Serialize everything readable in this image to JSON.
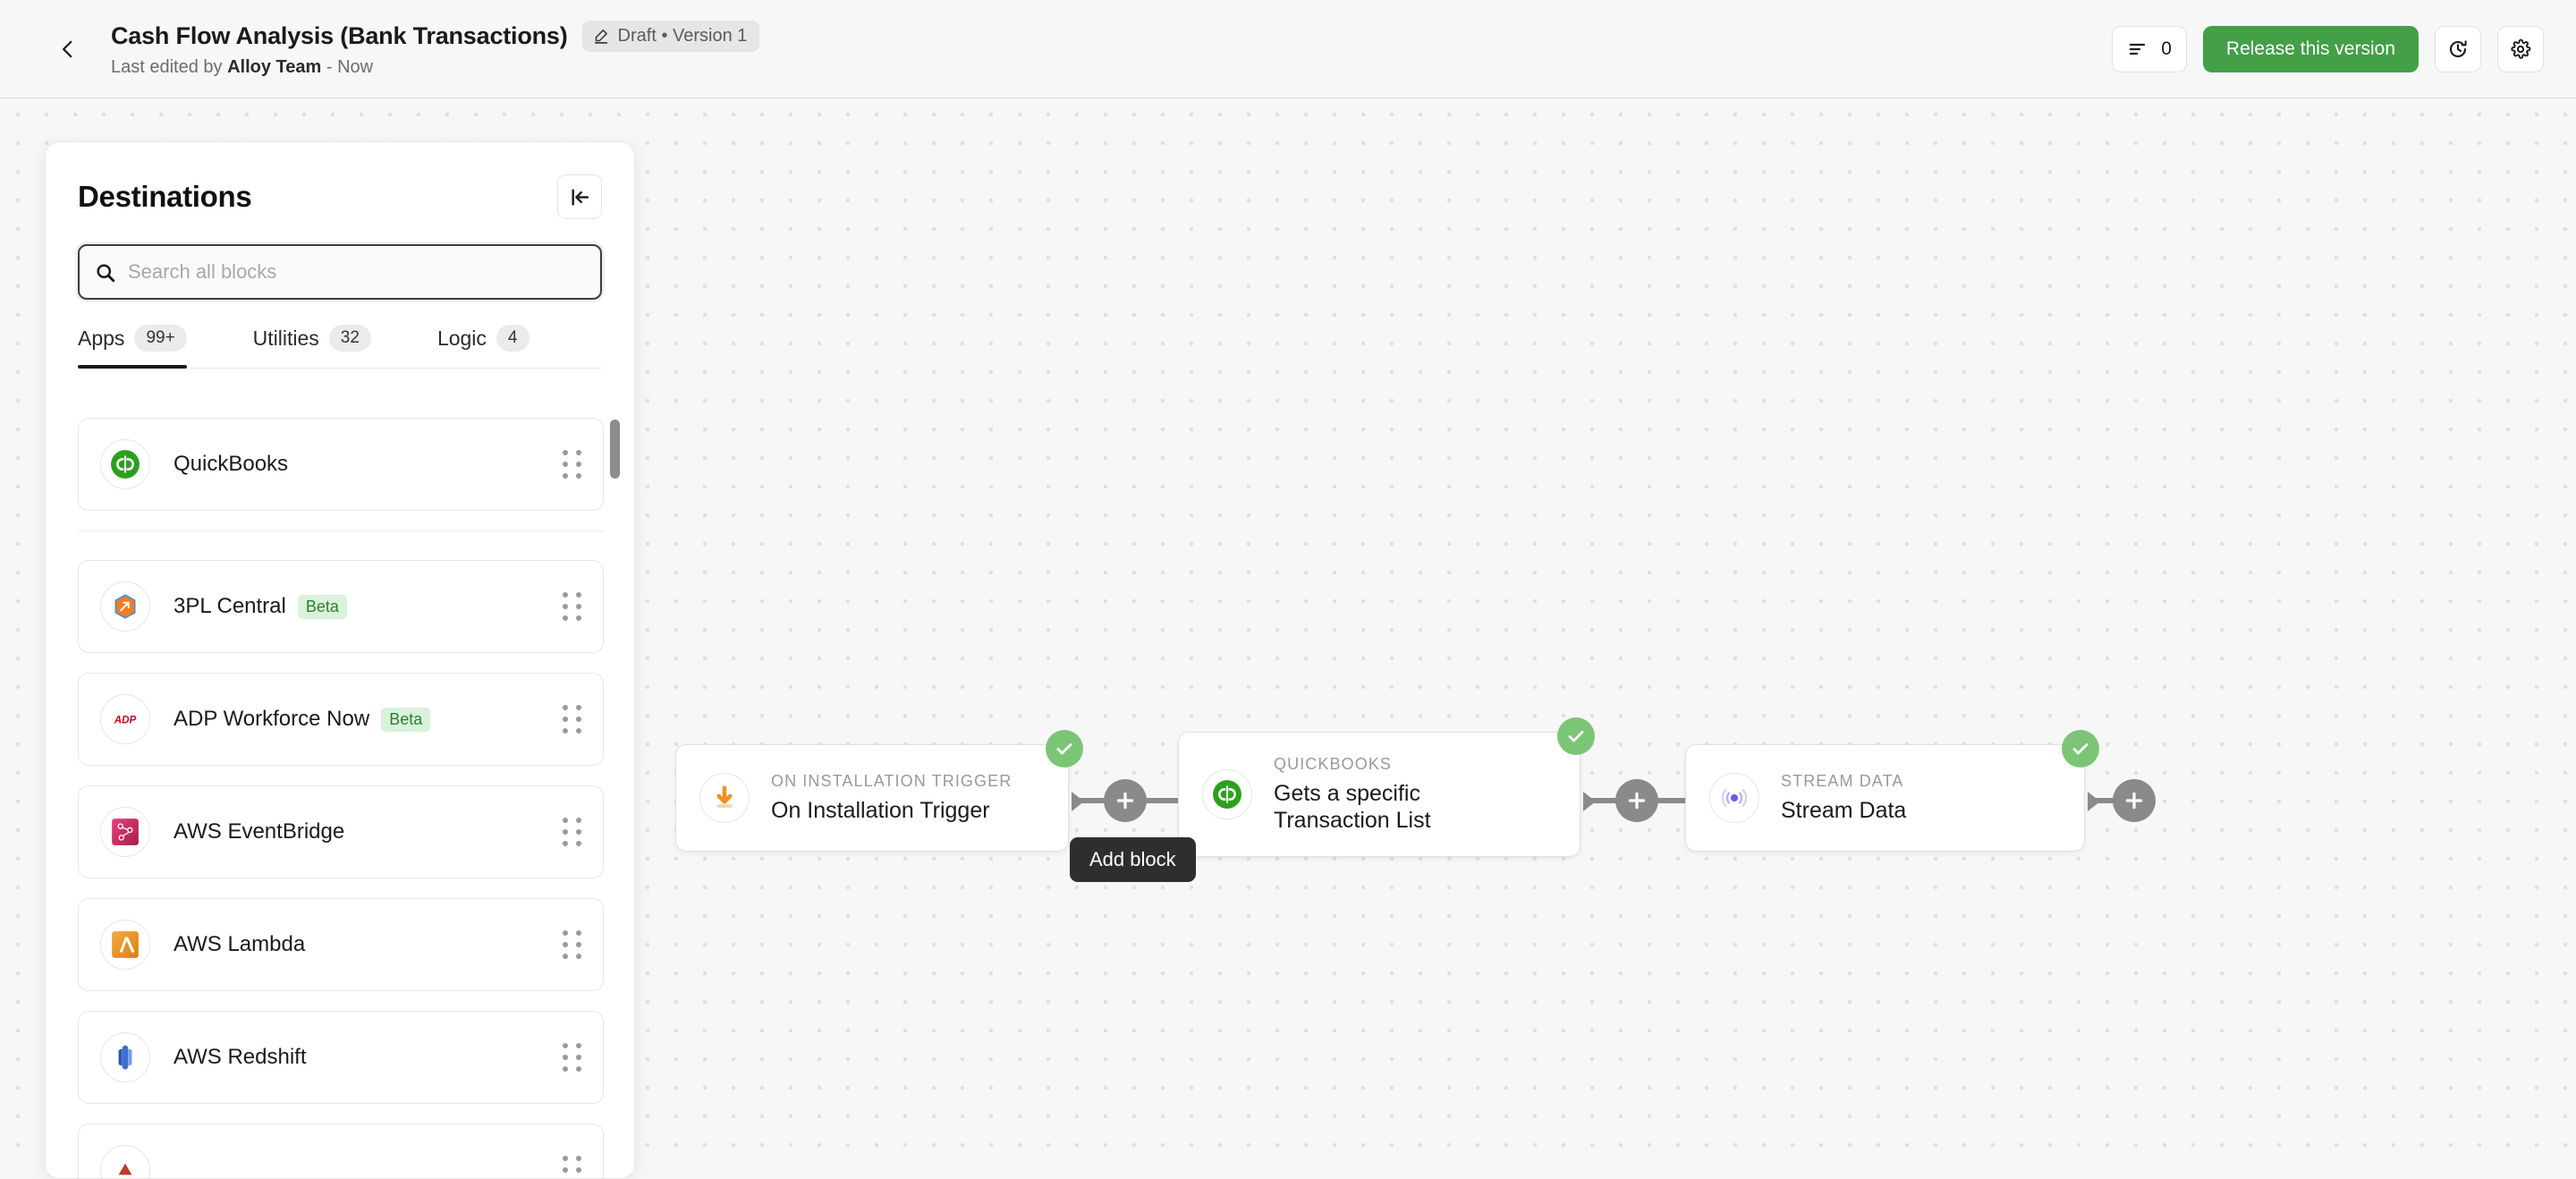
{
  "header": {
    "back_icon": "chevron-left-icon",
    "title": "Cash Flow Analysis (Bank Transactions)",
    "status_badge": {
      "icon": "pencil-icon",
      "text": "Draft • Version 1"
    },
    "subtitle_prefix": "Last edited by ",
    "subtitle_author": "Alloy Team",
    "subtitle_suffix": " - Now",
    "comments_icon": "list-lines-icon",
    "comments_count": "0",
    "release_label": "Release this version",
    "history_icon": "history-clock-icon",
    "settings_icon": "gear-icon",
    "accent_color": "#43a047"
  },
  "sidebar": {
    "title": "Destinations",
    "collapse_icon": "collapse-left-icon",
    "search": {
      "icon": "search-icon",
      "placeholder": "Search all blocks",
      "value": ""
    },
    "tabs": [
      {
        "label": "Apps",
        "count": "99+",
        "active": true
      },
      {
        "label": "Utilities",
        "count": "32",
        "active": false
      },
      {
        "label": "Logic",
        "count": "4",
        "active": false
      }
    ],
    "pinned": [
      {
        "label": "QuickBooks",
        "icon": "quickbooks-icon",
        "badge": ""
      }
    ],
    "items": [
      {
        "label": "3PL Central",
        "icon": "3pl-central-icon",
        "badge": "Beta"
      },
      {
        "label": "ADP Workforce Now",
        "icon": "adp-icon",
        "badge": "Beta"
      },
      {
        "label": "AWS EventBridge",
        "icon": "aws-eventbridge-icon",
        "badge": ""
      },
      {
        "label": "AWS Lambda",
        "icon": "aws-lambda-icon",
        "badge": ""
      },
      {
        "label": "AWS Redshift",
        "icon": "aws-redshift-icon",
        "badge": ""
      }
    ]
  },
  "workflow": {
    "nodes": [
      {
        "kicker": "ON INSTALLATION TRIGGER",
        "title": "On Installation Trigger",
        "icon": "download-arrow-icon",
        "status": "complete"
      },
      {
        "kicker": "QUICKBOOKS",
        "title": "Gets a specific Transaction List",
        "icon": "quickbooks-icon",
        "status": "complete"
      },
      {
        "kicker": "STREAM DATA",
        "title": "Stream Data",
        "icon": "broadcast-icon",
        "status": "complete"
      }
    ],
    "add_button_label": "+",
    "tooltip": "Add block"
  }
}
